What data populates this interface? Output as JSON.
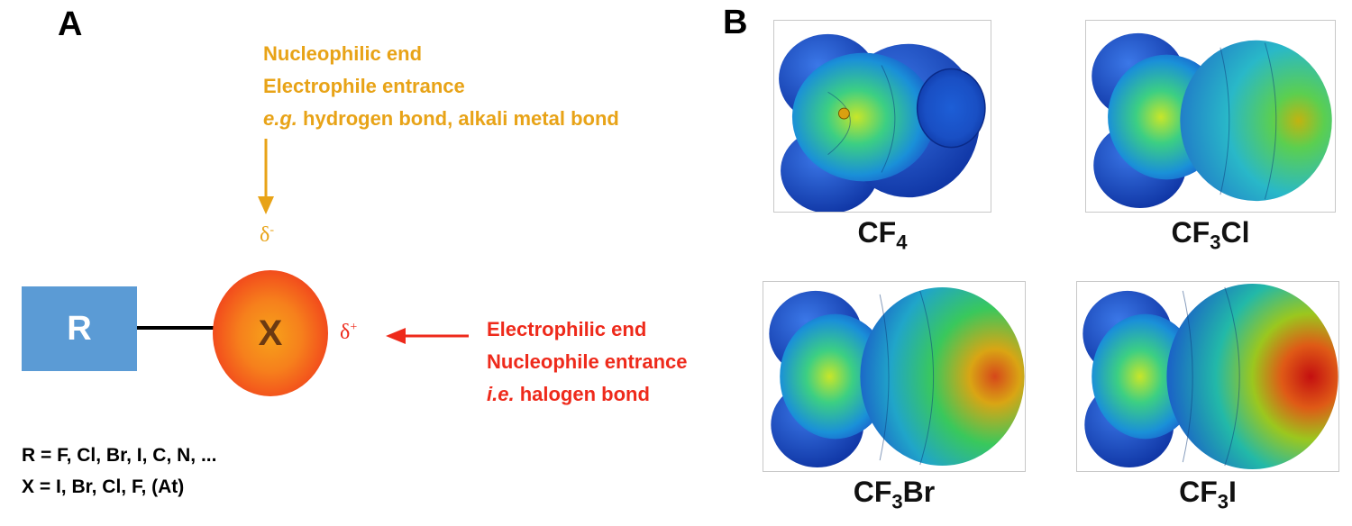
{
  "panel_a": {
    "letter": "A",
    "top_note": {
      "line1": "Nucleophilic end",
      "line2": "Electrophile entrance",
      "line3_italic": "e.g.",
      "line3_rest": " hydrogen bond,  alkali metal bond"
    },
    "delta_minus": "δ",
    "delta_minus_sup": "-",
    "r_label": "R",
    "x_label": "X",
    "delta_plus": "δ",
    "delta_plus_sup": "+",
    "right_note": {
      "line1": "Electrophilic end",
      "line2": "Nucleophile entrance",
      "line3_italic": "i.e.",
      "line3_rest": " halogen bond"
    },
    "definitions": {
      "r_def": "R = F, Cl, Br, I, C, N, ...",
      "x_def": "X = I, Br, Cl, F, (At)"
    },
    "colors": {
      "orange": "#e8a317",
      "red": "#ee2a1b",
      "r_box": "#5b9bd5"
    }
  },
  "panel_b": {
    "letter": "B",
    "molecules": [
      {
        "base": "CF",
        "sub": "4",
        "tail": "",
        "sigma_hole": "weak"
      },
      {
        "base": "CF",
        "sub": "3",
        "tail": "Cl",
        "sigma_hole": "moderate"
      },
      {
        "base": "CF",
        "sub": "3",
        "tail": "Br",
        "sigma_hole": "strong"
      },
      {
        "base": "CF",
        "sub": "3",
        "tail": "I",
        "sigma_hole": "strongest"
      }
    ]
  }
}
